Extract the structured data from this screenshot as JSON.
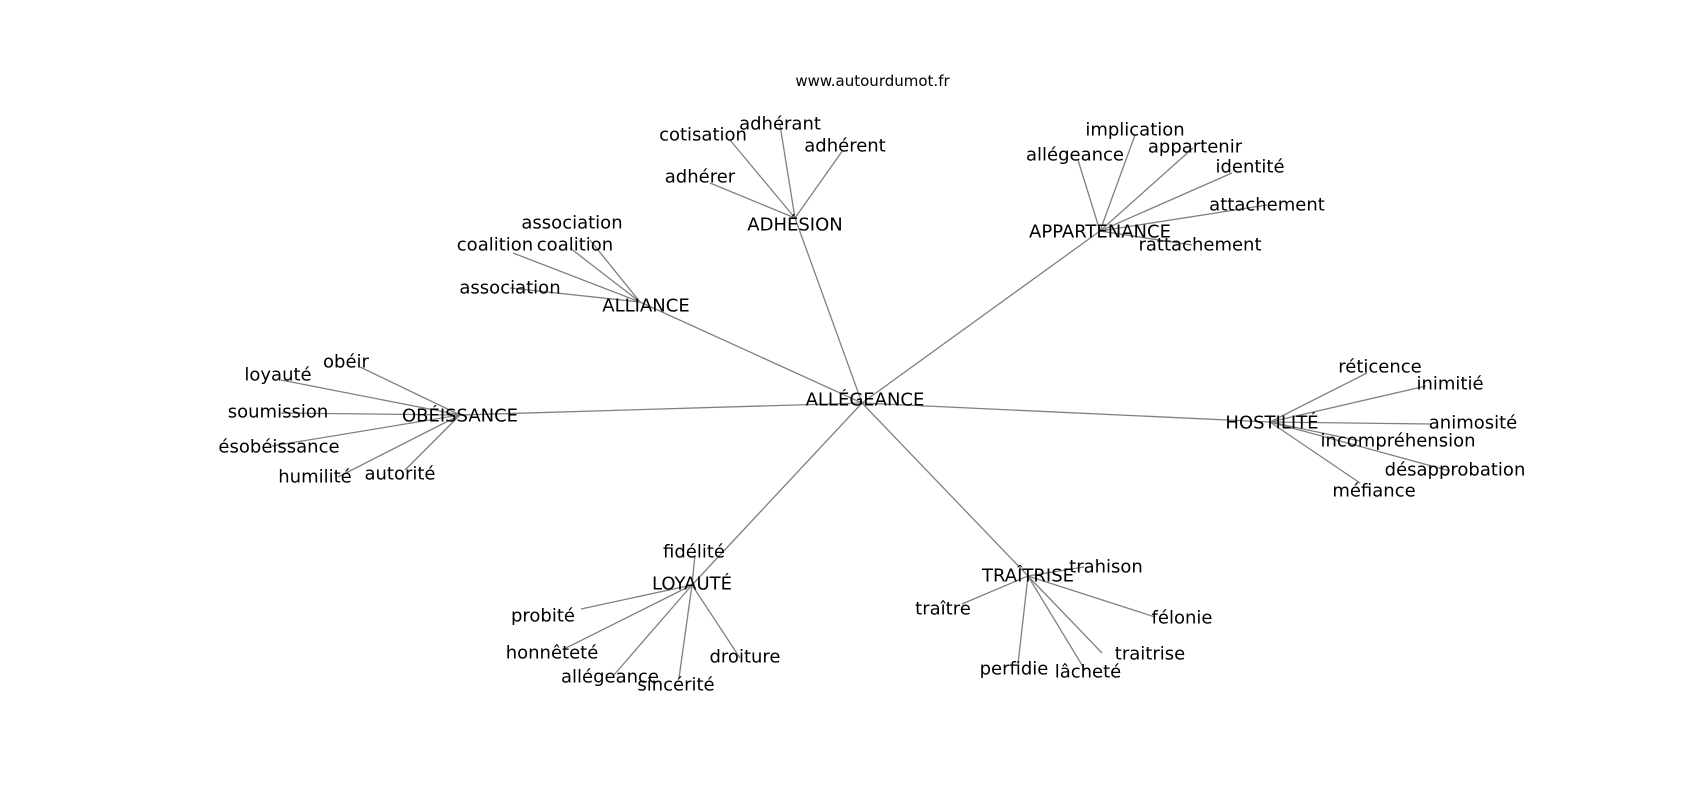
{
  "site": "www.autourdumot.fr",
  "graph": {
    "center": "ALLÉGEANCE",
    "clusters": [
      {
        "hub": "ADHÉSION",
        "words": [
          "cotisation",
          "adhérant",
          "adhérent",
          "adhérer"
        ]
      },
      {
        "hub": "APPARTENANCE",
        "words": [
          "implication",
          "allégeance",
          "appartenir",
          "identité",
          "attachement",
          "rattachement"
        ]
      },
      {
        "hub": "ALLIANCE",
        "words": [
          "association",
          "coalition",
          "coalition",
          "association"
        ]
      },
      {
        "hub": "OBÉISSANCE",
        "words": [
          "obéir",
          "loyauté",
          "soumission",
          "ésobéissance",
          "humilité",
          "autorité"
        ]
      },
      {
        "hub": "HOSTILITÉ",
        "words": [
          "réticence",
          "inimitié",
          "animosité",
          "incompréhension",
          "désapprobation",
          "méfiance"
        ]
      },
      {
        "hub": "LOYAUTÉ",
        "words": [
          "fidélité",
          "probité",
          "honnêteté",
          "allégeance",
          "sincérité",
          "droiture"
        ]
      },
      {
        "hub": "TRAÎTRISE",
        "words": [
          "trahison",
          "traître",
          "félonie",
          "traitrise",
          "perfidie",
          "lâcheté"
        ]
      }
    ]
  }
}
